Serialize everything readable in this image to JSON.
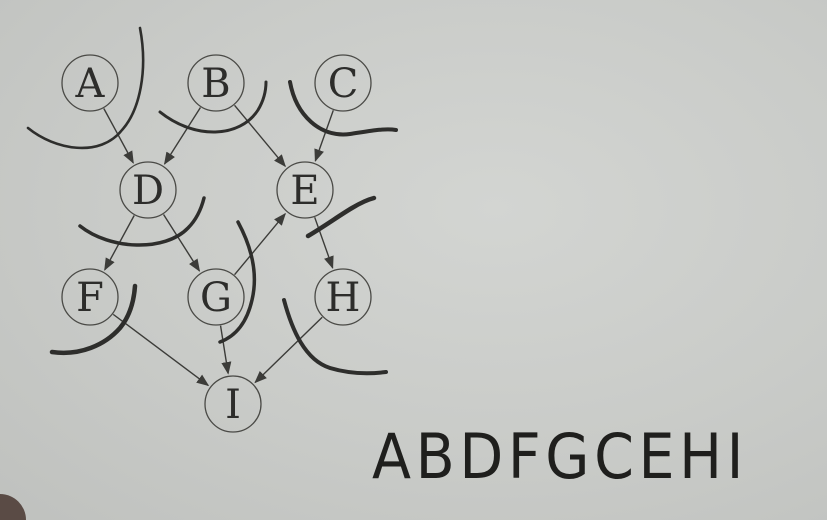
{
  "nodes": [
    {
      "id": "A",
      "label": "A"
    },
    {
      "id": "B",
      "label": "B"
    },
    {
      "id": "C",
      "label": "C"
    },
    {
      "id": "D",
      "label": "D"
    },
    {
      "id": "E",
      "label": "E"
    },
    {
      "id": "F",
      "label": "F"
    },
    {
      "id": "G",
      "label": "G"
    },
    {
      "id": "H",
      "label": "H"
    },
    {
      "id": "I",
      "label": "I"
    }
  ],
  "edges": [
    {
      "from": "A",
      "to": "D"
    },
    {
      "from": "B",
      "to": "D"
    },
    {
      "from": "B",
      "to": "E"
    },
    {
      "from": "C",
      "to": "E"
    },
    {
      "from": "D",
      "to": "F"
    },
    {
      "from": "D",
      "to": "G"
    },
    {
      "from": "G",
      "to": "E"
    },
    {
      "from": "E",
      "to": "H"
    },
    {
      "from": "F",
      "to": "I"
    },
    {
      "from": "G",
      "to": "I"
    },
    {
      "from": "H",
      "to": "I"
    }
  ],
  "handwritten_order": "ABDFGCEHI"
}
